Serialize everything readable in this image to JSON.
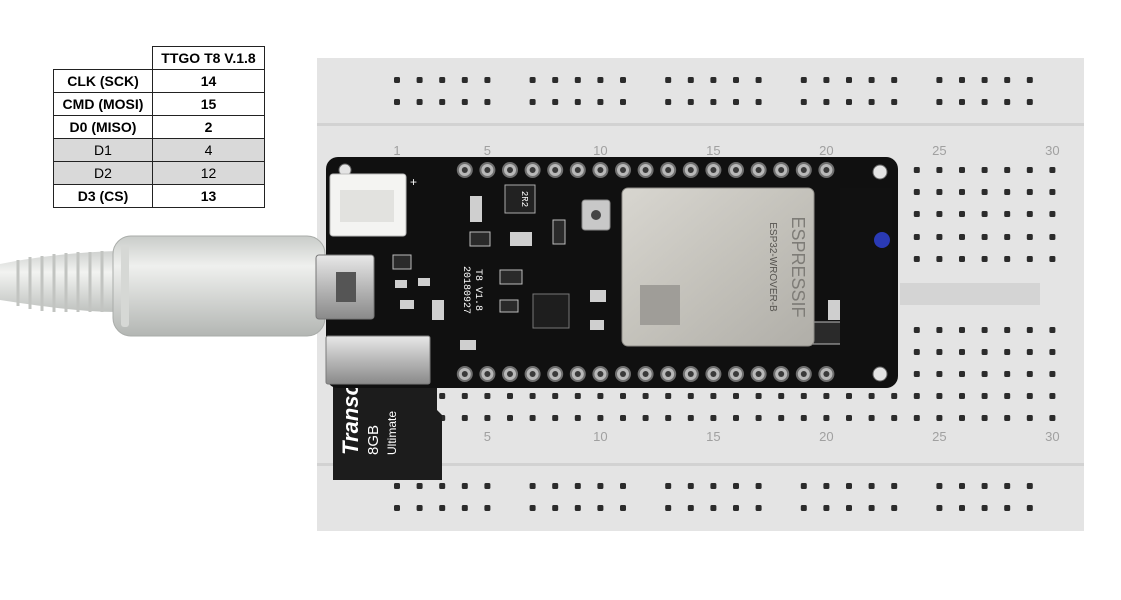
{
  "table": {
    "header": "TTGO T8 V.1.8",
    "rows": [
      {
        "label": "CLK (SCK)",
        "value": "14",
        "bold": true
      },
      {
        "label": "CMD (MOSI)",
        "value": "15",
        "bold": true
      },
      {
        "label": "D0 (MISO)",
        "value": "2",
        "bold": true
      },
      {
        "label": "D1",
        "value": "4",
        "bold": false
      },
      {
        "label": "D2",
        "value": "12",
        "bold": false
      },
      {
        "label": "D3 (CS)",
        "value": "13",
        "bold": true
      }
    ]
  },
  "breadboard": {
    "column_numbers_top": [
      "1",
      "5",
      "10",
      "15",
      "20",
      "25",
      "30"
    ],
    "column_numbers_bottom": [
      "5",
      "10",
      "15",
      "20",
      "25",
      "30"
    ]
  },
  "board": {
    "module_brand": "ESPRESSIF",
    "module_name": "ESP32-WROVER-B",
    "board_model": "T8 V1.8",
    "board_date": "20180927",
    "inductor_label": "2R2"
  },
  "sd_card": {
    "brand": "Transcend",
    "capacity": "8GB",
    "series": "Ultimate"
  }
}
